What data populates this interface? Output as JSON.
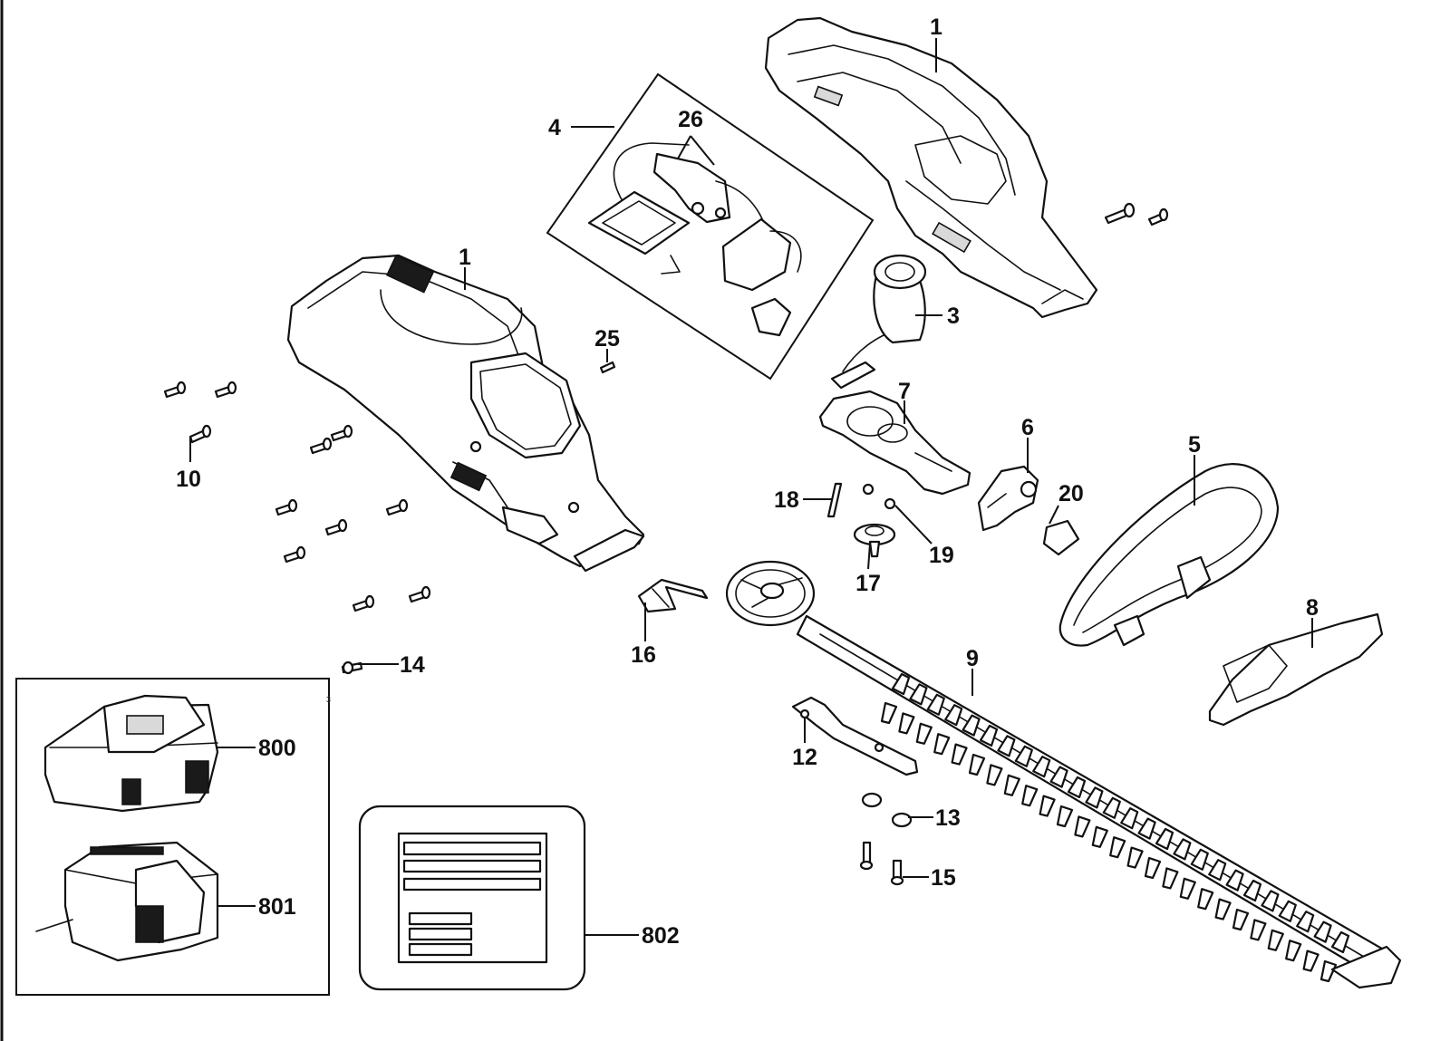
{
  "figure": {
    "callouts": [
      {
        "id": "1a",
        "label": "1"
      },
      {
        "id": "1b",
        "label": "1"
      },
      {
        "id": "3",
        "label": "3"
      },
      {
        "id": "4",
        "label": "4"
      },
      {
        "id": "5",
        "label": "5"
      },
      {
        "id": "6",
        "label": "6"
      },
      {
        "id": "7",
        "label": "7"
      },
      {
        "id": "8",
        "label": "8"
      },
      {
        "id": "9",
        "label": "9"
      },
      {
        "id": "10",
        "label": "10"
      },
      {
        "id": "12",
        "label": "12"
      },
      {
        "id": "13",
        "label": "13"
      },
      {
        "id": "14",
        "label": "14"
      },
      {
        "id": "15",
        "label": "15"
      },
      {
        "id": "16",
        "label": "16"
      },
      {
        "id": "17",
        "label": "17"
      },
      {
        "id": "18",
        "label": "18"
      },
      {
        "id": "19",
        "label": "19"
      },
      {
        "id": "20",
        "label": "20"
      },
      {
        "id": "25",
        "label": "25"
      },
      {
        "id": "26",
        "label": "26"
      },
      {
        "id": "800",
        "label": "800"
      },
      {
        "id": "801",
        "label": "801"
      },
      {
        "id": "802",
        "label": "802"
      }
    ],
    "corner_mark": "3"
  }
}
